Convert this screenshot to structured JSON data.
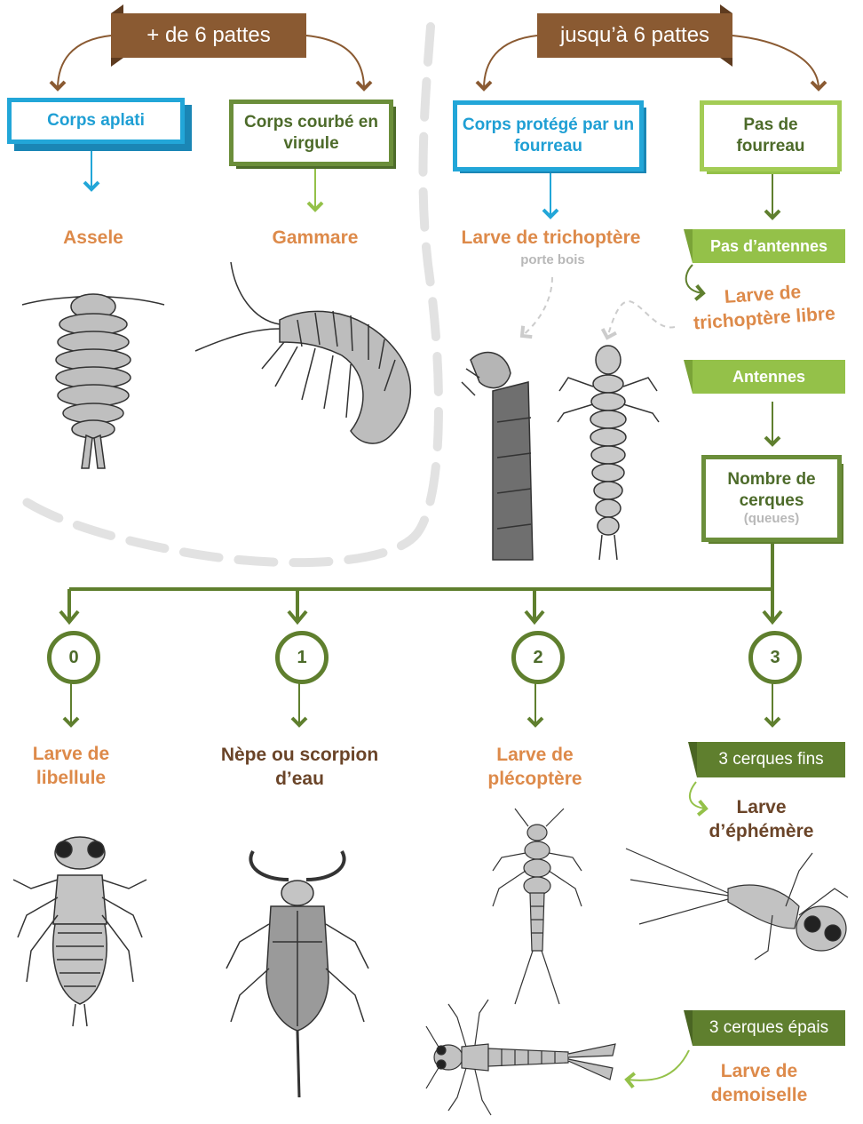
{
  "top": {
    "left_banner": "+ de 6 pattes",
    "right_banner": "jusqu’à 6 pattes"
  },
  "boxes": {
    "corps_aplati": "Corps aplati",
    "corps_courbe": "Corps courbé en virgule",
    "corps_protege": "Corps protégé par un fourreau",
    "pas_de_fourreau": "Pas de fourreau",
    "nombre_cerques": "Nombre de cerques",
    "nombre_cerques_sub": "(queues)"
  },
  "tabs": {
    "pas_antennes": "Pas d’antennes",
    "antennes": "Antennes",
    "cerques_fins": "3 cerques fins",
    "cerques_epais": "3 cerques épais"
  },
  "labels": {
    "assele": "Assele",
    "gammare": "Gammare",
    "trichoptere": "Larve de trichoptère",
    "porte_bois": "porte bois",
    "trichoptere_libre": "Larve de trichoptère libre",
    "libellule": "Larve de libellule",
    "nepe": "Nèpe ou scorpion d’eau",
    "plecoptere": "Larve de plécoptère",
    "ephemere": "Larve d’éphémère",
    "demoiselle": "Larve de demoiselle"
  },
  "circles": [
    "0",
    "1",
    "2",
    "3"
  ],
  "colors": {
    "brown": "#8a5a32",
    "blue": "#22a6d8",
    "dark_green": "#5f7f2e",
    "light_green": "#94c149",
    "orange_label": "#dd8a4a",
    "dark_label": "#6a4428"
  },
  "icons": [
    "assele-illustration",
    "gammare-illustration",
    "trichoptere-fourreau-illustration",
    "trichoptere-libre-illustration",
    "libellule-illustration",
    "nepe-illustration",
    "plecoptere-illustration",
    "ephemere-illustration",
    "demoiselle-illustration"
  ]
}
